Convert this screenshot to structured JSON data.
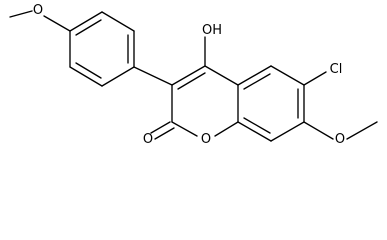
{
  "molecule": {
    "labels": {
      "hydroxyl": "OH",
      "chlorine": "Cl",
      "ring_oxygen": "O",
      "carbonyl_oxygen": "O",
      "top_methoxy_oxygen": "O",
      "right_methoxy_oxygen": "O"
    }
  }
}
